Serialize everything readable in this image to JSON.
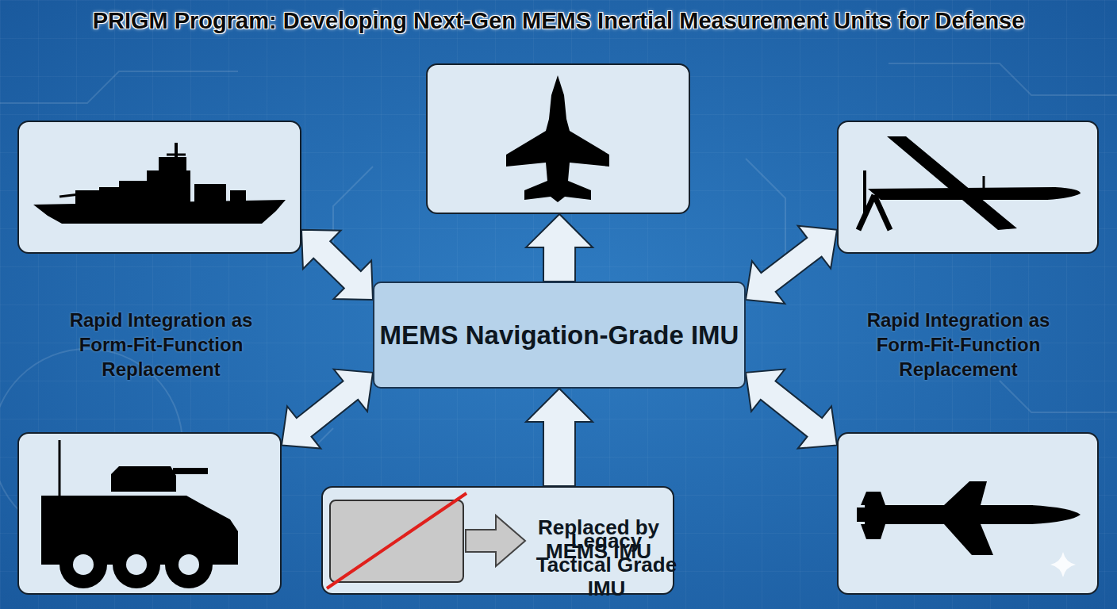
{
  "diagram": {
    "title": "PRIGM Program: Developing Next-Gen MEMS Inertial Measurement Units for Defense",
    "nodes": [
      {
        "text": []
      },
      {
        "text": []
      },
      {
        "text": []
      },
      {
        "text": [
          "MEMS Navigation-Grade IMU"
        ]
      },
      {
        "text": []
      },
      {
        "text": [
          "Replaced by MEMS IMU"
        ]
      },
      {
        "text": [
          "Legacy Tactical Grade IMU"
        ],
        "in": 5
      },
      {
        "text": []
      }
    ],
    "edges": [
      {
        "from": 3,
        "to": 0,
        "arrow": "to"
      },
      {
        "from": 1,
        "to": 3,
        "arrow": "both"
      },
      {
        "from": 2,
        "to": 3,
        "arrow": "both"
      },
      {
        "from": 4,
        "to": 3,
        "arrow": "both"
      },
      {
        "from": 7,
        "to": 3,
        "arrow": "both"
      },
      {
        "from": 5,
        "to": 3,
        "arrow": "to"
      }
    ],
    "labels": [
      "Rapid Integration as Form-Fit-Function Replacement",
      "Rapid Integration as Form-Fit-Function Replacement"
    ]
  }
}
